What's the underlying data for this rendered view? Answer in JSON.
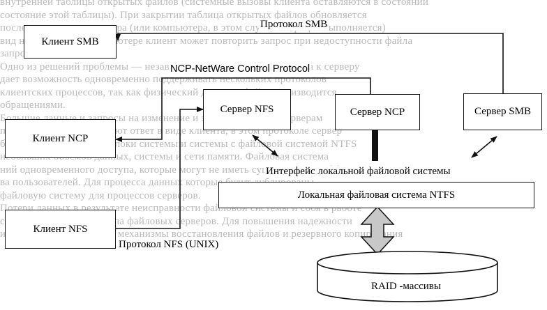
{
  "background_text": [
    "внутренней таблицы открытых файлов (системные вызовы клиента оставляются в состоянии",
    "состояние этой таблицы). При закрытии таблица открытых файлов обновляется",
    "после перезагрузки сервера (или компьютера, в этом случае операция выполняется)",
    "вид на клиентском компьютере клиент может повторить запрос при недоступности файла",
    "запроса.",
    "Одно из решений проблемы — независимость от протокола доступа к серверу",
    "дает возможность одновременно поддерживать нескольких протоколов",
    "клиентских процессов, так как физический доступ к файлу производится",
    "обращениями.",
    "Большие данные и запросы на изменение и запросы к сети и серверам",
    "передачи данных вызывают ответ в виде клиента, в этом протоколе сервер",
    "быть использованы как блоки системы и системы с файловой системой NTFS",
    "небольших объемов данных, системы и сети памяти. Файловая система",
    "ний одновременного доступа, которые могут не иметь существенного эффекта",
    "ва пользователей. Для процесса данных которые будут дублированы",
    "файловую систему для процессов серверов.",
    "Потери данных в результате неисправности файловой системы и сбоя в работе",
    "существенно. Модели типа файловых серверов. Для повышения надежности",
    "используются различные механизмы восстановления файлов и резервного копирования"
  ],
  "boxes": {
    "smb_client": "Клиент SMB",
    "ncp_client": "Клиент NCP",
    "nfs_client": "Клиент NFS",
    "nfs_server": "Сервер NFS",
    "ncp_server": "Сервер NCP",
    "smb_server": "Сервер SMB",
    "local_fs": "Локальная файловая система NTFS"
  },
  "labels": {
    "smb_protocol": "Протокол SMB",
    "ncp_protocol": "NCP-NetWare Control Protocol",
    "nfs_protocol": "Протокол NFS (UNIX)",
    "fs_interface": "Интерфейс локальной файловой системы"
  },
  "disk": {
    "label": "RAID -массивы"
  },
  "colors": {
    "line": "#111111",
    "faint_text": "#b9b9b9",
    "arrow_fill": "#c8c8c8"
  }
}
